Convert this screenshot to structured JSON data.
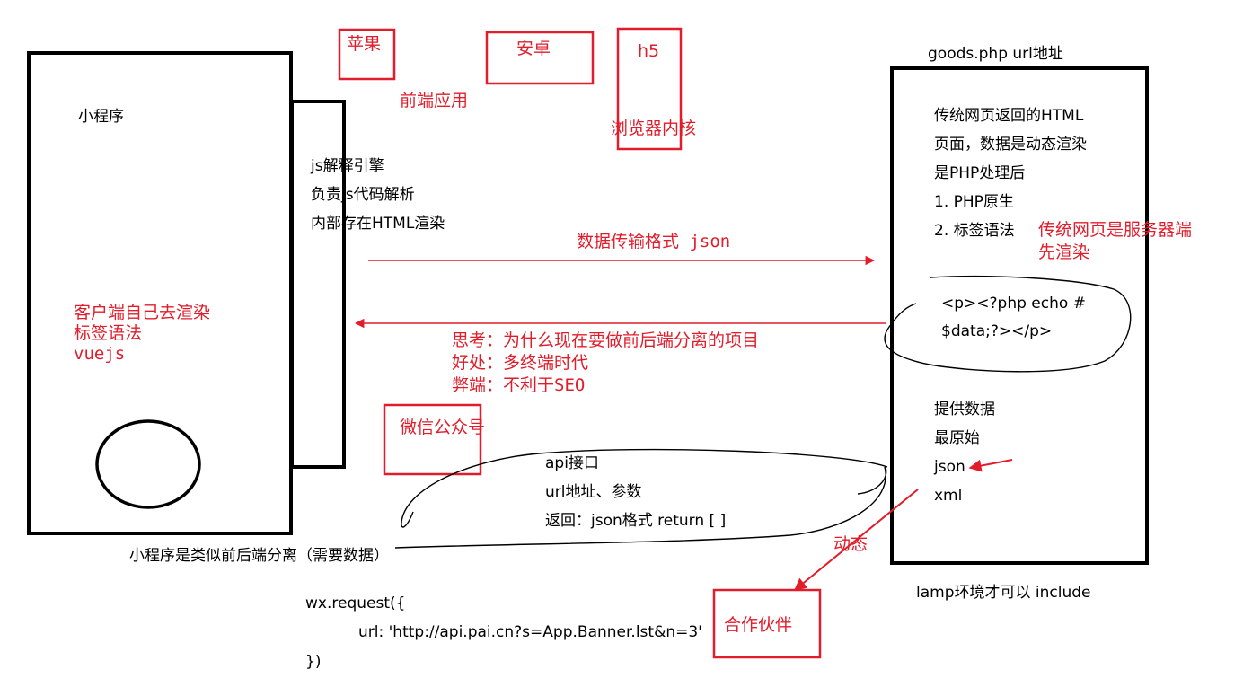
{
  "colors": {
    "ink": "#000000",
    "accent": "#e11d2b"
  },
  "left_panel": {
    "title": "小程序",
    "red_lines": [
      "客户端自己去渲染",
      "标签语法",
      "vuejs"
    ]
  },
  "engine": {
    "lines": [
      "js解释引擎",
      "负责js代码解析",
      "内部存在HTML渲染"
    ]
  },
  "top_labels": {
    "apple": "苹果",
    "android": "安卓",
    "h5": "h5",
    "frontend": "前端应用",
    "browser": "浏览器内核"
  },
  "arrow_labels": {
    "json_format": "数据传输格式 json"
  },
  "thinking": [
    "思考：为什么现在要做前后端分离的项目",
    "好处：多终端时代",
    "弊端：不利于SEO"
  ],
  "wechat": "微信公众号",
  "api": [
    "api接口",
    "url地址、参数",
    "返回：json格式 return [ ]"
  ],
  "mini_note": "小程序是类似前后端分离（需要数据）",
  "code": {
    "open": "wx.request({",
    "url": "url: 'http://api.pai.cn?s=App.Banner.lst&n=3'",
    "close": "})"
  },
  "server": {
    "url_label": "goods.php url地址",
    "desc": [
      "传统网页返回的HTML",
      "页面，数据是动态渲染",
      "是PHP处理后",
      "1. PHP原生",
      "2. 标签语法"
    ],
    "php_code": [
      "<p><?php echo #",
      "$data;?></p>"
    ],
    "data_lines": [
      "提供数据",
      "最原始",
      "json",
      "xml"
    ],
    "footer": "lamp环境才可以 include"
  },
  "side_note": [
    "传统网页是服务器端",
    "先渲染"
  ],
  "dynamic": "动态",
  "partner": "合作伙伴"
}
